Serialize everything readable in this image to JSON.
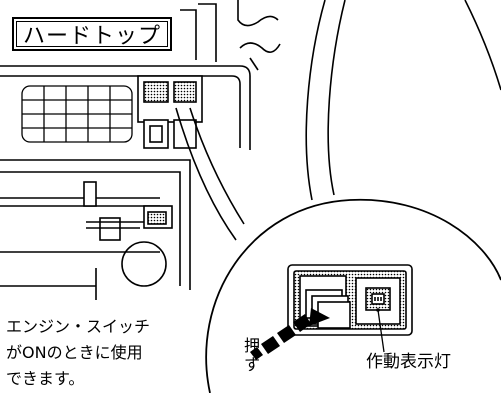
{
  "title": "ハードトップ",
  "notice_lines": [
    "エンジン・スイッチ",
    "がONのときに使用",
    "できます。"
  ],
  "push_label": "押す",
  "indicator_label": "作動表示灯",
  "colors": {
    "line": "#000000",
    "background": "#ffffff",
    "screen": "#b0b0b0"
  }
}
